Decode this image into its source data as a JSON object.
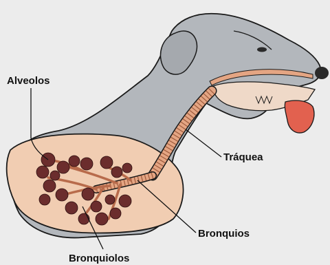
{
  "labels": {
    "alveolos": "Alveolos",
    "traquea": "Tráquea",
    "bronquios": "Bronquios",
    "bronquiolos": "Bronquiolos"
  },
  "colors": {
    "background": "#ececec",
    "dog_body": "#b3b7bc",
    "outline": "#1a1a1a",
    "lung_fill": "#f1cdb2",
    "airway": "#e4a583",
    "alveoli": "#6b2d2d",
    "tongue": "#e2614f",
    "nose": "#2a2a2a"
  },
  "icons": [
    "dog-silhouette",
    "lung",
    "trachea",
    "bronchi",
    "alveoli-cluster",
    "tongue",
    "nose",
    "eye"
  ]
}
